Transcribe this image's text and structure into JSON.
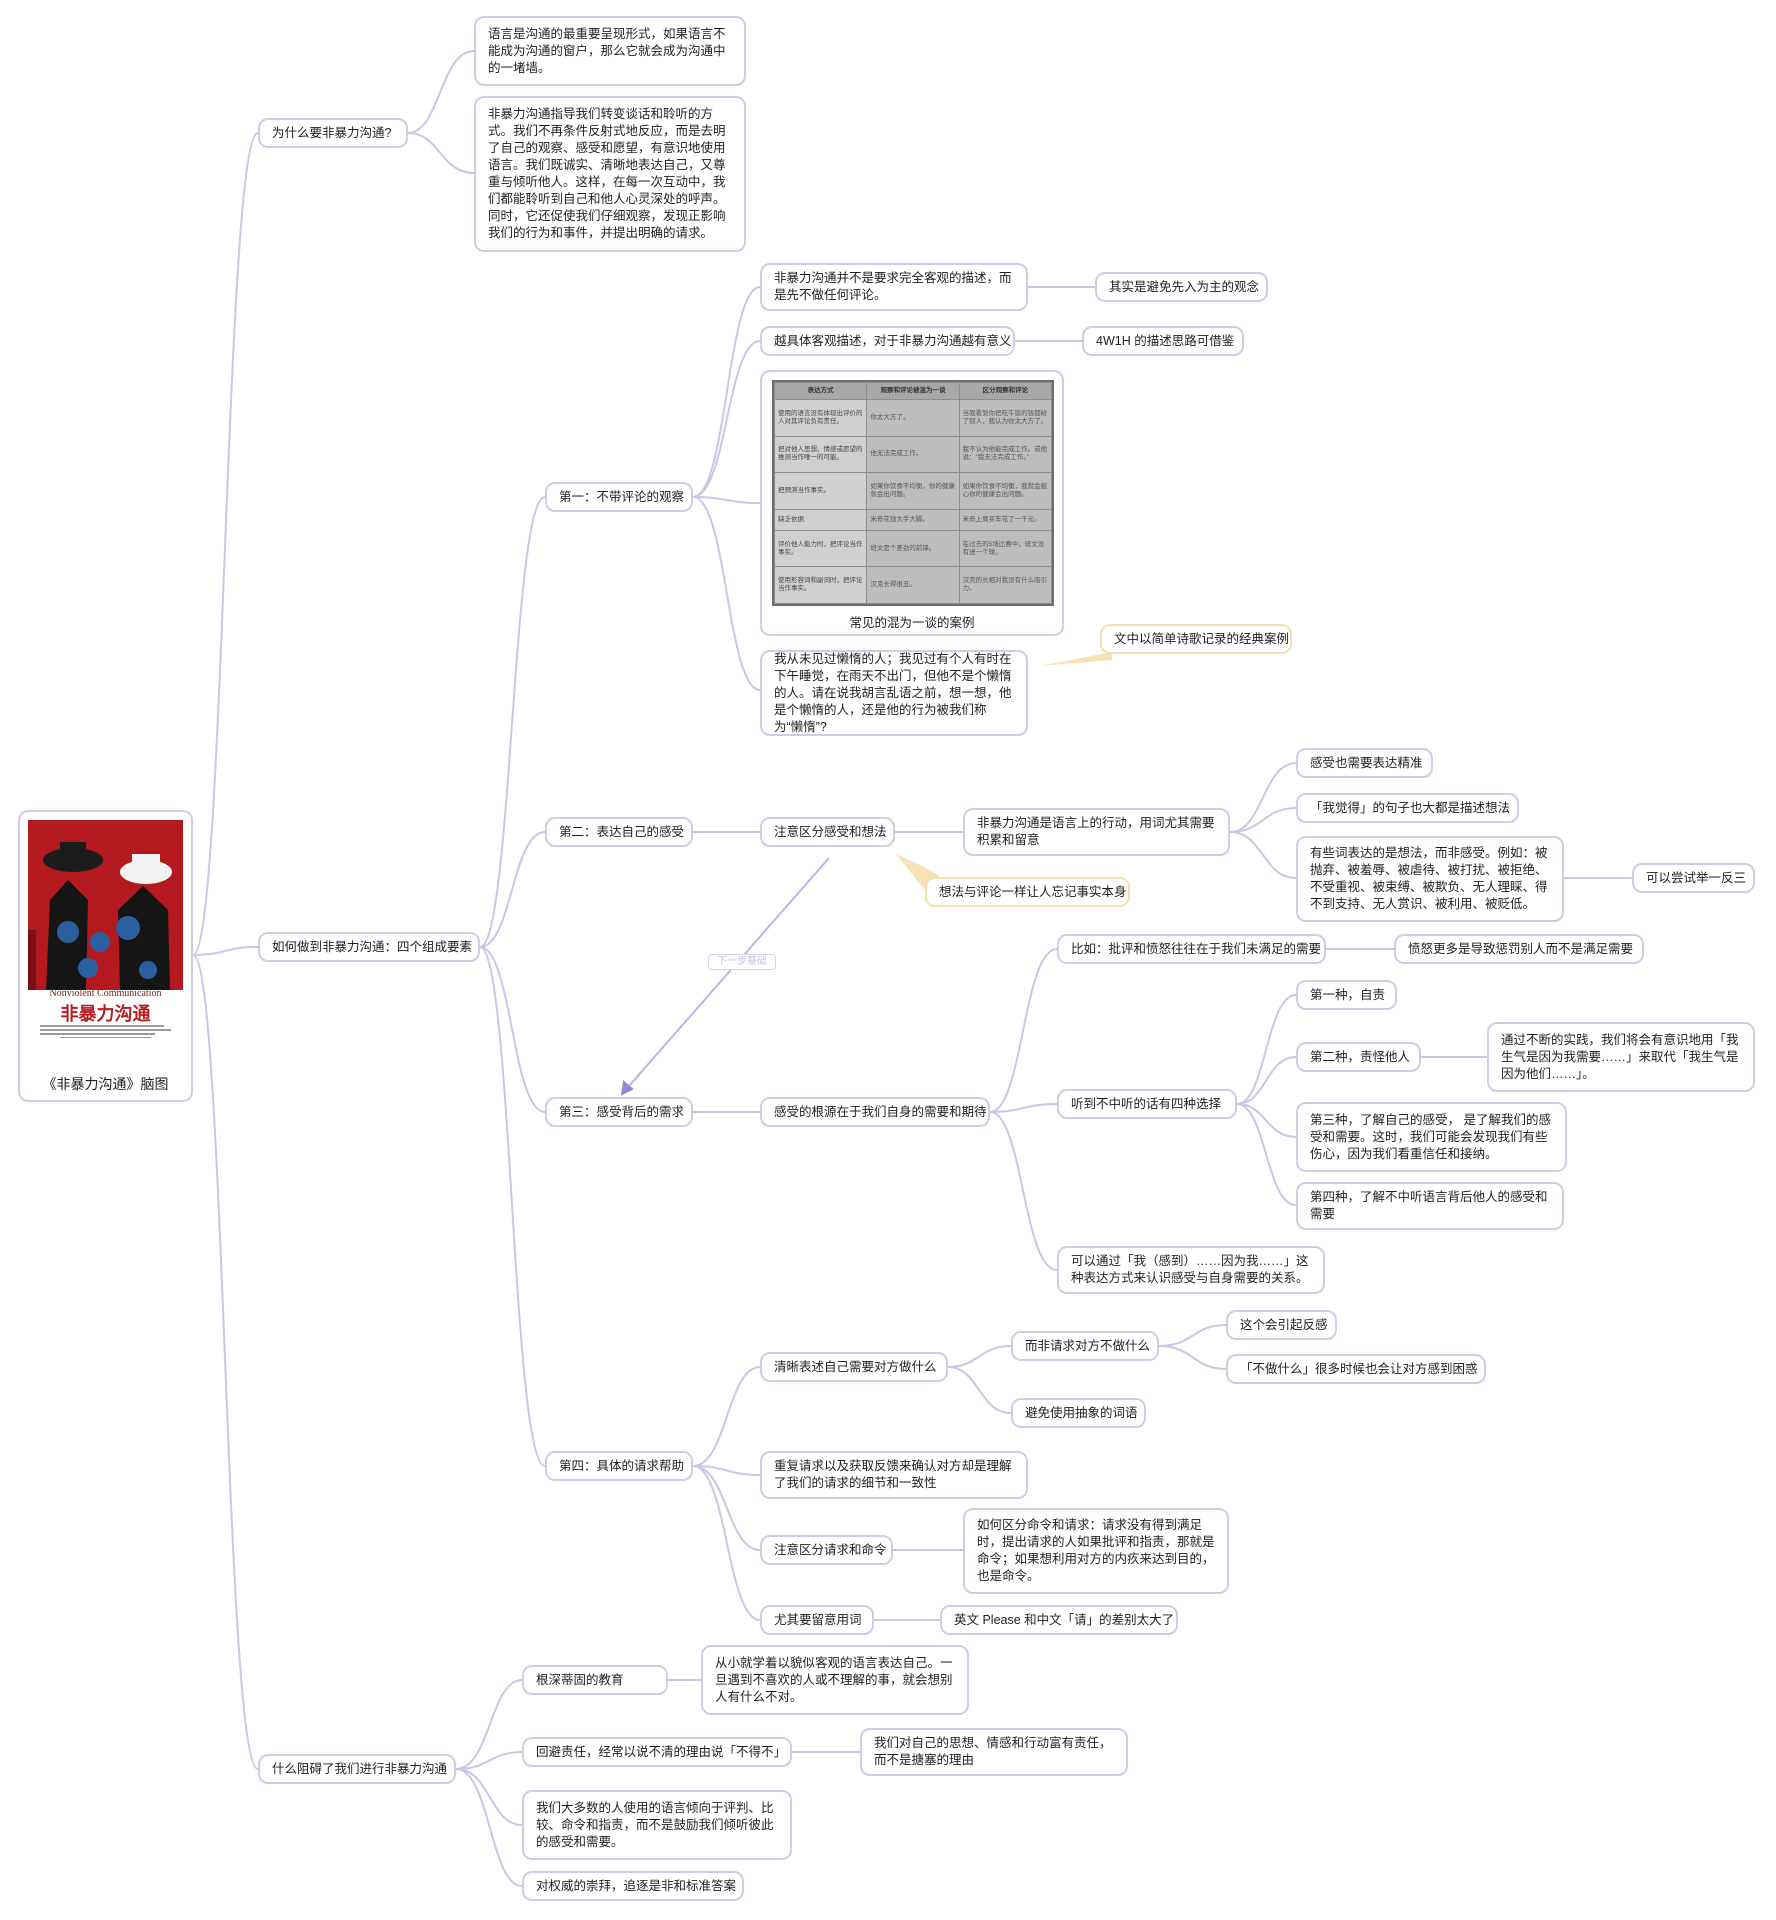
{
  "root": {
    "label": "《非暴力沟通》脑图",
    "cover_subtitle": "Nonviolent Communication",
    "cover_title": "非暴力沟通"
  },
  "nodes": {
    "why": "为什么要非暴力沟通?",
    "why_1": "语言是沟通的最重要呈现形式，如果语言不能成为沟通的窗户，那么它就会成为沟通中的一堵墙。",
    "why_2": "非暴力沟通指导我们转变谈话和聆听的方式。我们不再条件反射式地反应，而是去明了自己的观察、感受和愿望，有意识地使用语言。我们既诚实、清晰地表达自己，又尊重与倾听他人。这样，在每一次互动中，我们都能聆听到自己和他人心灵深处的呼声。同时，它还促使我们仔细观察，发现正影响我们的行为和事件，并提出明确的请求。",
    "how": "如何做到非暴力沟通：四个组成要素",
    "s1": "第一：不带评论的观察",
    "s1_1": "非暴力沟通并不是要求完全客观的描述，而是先不做任何评论。",
    "s1_1a": "其实是避免先入为主的观念",
    "s1_2": "越具体客观描述，对于非暴力沟通越有意义",
    "s1_2a": "4W1H 的描述思路可借鉴",
    "s1_img_caption": "常见的混为一谈的案例",
    "s1_4": "我从未见过懒惰的人；我见过有个人有时在下午睡觉，在雨天不出门，但他不是个懒惰的人。请在说我胡言乱语之前，想一想，他是个懒惰的人，还是他的行为被我们称为“懒惰”?",
    "s1_4a": "文中以简单诗歌记录的经典案例",
    "s2": "第二：表达自己的感受",
    "s2_1": "注意区分感受和想法",
    "s2_1a": "想法与评论一样让人忘记事实本身",
    "s2_2": "非暴力沟通是语言上的行动，用词尤其需要积累和留意",
    "s2_2a": "感受也需要表达精准",
    "s2_2b": "「我觉得」的句子也大都是描述想法",
    "s2_2c": "有些词表达的是想法，而非感受。例如：被抛弃、被羞辱、被虐待、被打扰、被拒绝、不受重视、被束缚、被欺负、无人理睬、得不到支持、无人赏识、被利用、被贬低。",
    "s2_2c1": "可以尝试举一反三",
    "edge_label": "下一步基础",
    "s3": "第三：感受背后的需求",
    "s3_1": "感受的根源在于我们自身的需要和期待",
    "s3_1a": "比如：批评和愤怒往往在于我们未满足的需要",
    "s3_1a1": "愤怒更多是导致惩罚别人而不是满足需要",
    "s3_1b": "听到不中听的话有四种选择",
    "s3_1b1": "第一种，自责",
    "s3_1b2": "第二种，责怪他人",
    "s3_1b2a": "通过不断的实践，我们将会有意识地用「我生气是因为我需要……」来取代「我生气是因为他们……」。",
    "s3_1b3": "第三种，了解自己的感受，  是了解我们的感受和需要。这时，我们可能会发现我们有些伤心，因为我们看重信任和接纳。",
    "s3_1b4": "第四种，了解不中听语言背后他人的感受和需要",
    "s3_1c": "可以通过「我（感到）……因为我……」这种表达方式来认识感受与自身需要的关系。",
    "s4": "第四：具体的请求帮助",
    "s4_1": "清晰表述自己需要对方做什么",
    "s4_1a": "而非请求对方不做什么",
    "s4_1a1": "这个会引起反感",
    "s4_1a2": "「不做什么」很多时候也会让对方感到困惑",
    "s4_1b": "避免使用抽象的词语",
    "s4_2": "重复请求以及获取反馈来确认对方却是理解了我们的请求的细节和一致性",
    "s4_3": "注意区分请求和命令",
    "s4_3a": "如何区分命令和请求：请求没有得到满足时，提出请求的人如果批评和指责，那就是命令；如果想利用对方的内疚来达到目的，也是命令。",
    "s4_4": "尤其要留意用词",
    "s4_4a": "英文 Please 和中文「请」的差别太大了",
    "block": "什么阻碍了我们进行非暴力沟通",
    "b1": "根深蒂固的教育",
    "b1a": "从小就学着以貌似客观的语言表达自己。一旦遇到不喜欢的人或不理解的事，就会想别人有什么不对。",
    "b2": "回避责任，经常以说不清的理由说「不得不」",
    "b2a": "我们对自己的思想、情感和行动富有责任，而不是搪塞的理由",
    "b3": "我们大多数的人使用的语言倾向于评判、比较、命令和指责，而不是鼓励我们倾听彼此的感受和需要。",
    "b4": "对权威的崇拜，追逐是非和标准答案"
  },
  "image_table": {
    "headers": [
      "表达方式",
      "观察和评论被混为一谈",
      "区分观察和评论"
    ],
    "rows": [
      [
        "使用的语言没有体现出评价的人对其评论负有责任。",
        "你太大方了。",
        "当我看到你把吃午饭的钱都给了别人，我认为你太大方了。"
      ],
      [
        "把对他人思想、情感或愿望的推测当作唯一的可能。",
        "他无法完成工作。",
        "我不认为他能完成工作。或他说：“我无法完成工作。”"
      ],
      [
        "把预测当作事实。",
        "如果你饮食不均衡，你的健康就会出问题。",
        "如果你饮食不均衡，我就会担心你的健康会出问题。"
      ],
      [
        "缺乏依据",
        "米奇花钱大手大脚。",
        "米奇上周买车花了一千元。"
      ],
      [
        "评价他人能力时，把评论当作事实。",
        "班文是个差劲的前锋。",
        "在过去的5场比赛中，班文没有进一个球。"
      ],
      [
        "使用形容词和副词时，把评论当作事实。",
        "汉克长得很丑。",
        "汉克的长相对我没有什么吸引力。"
      ]
    ]
  }
}
